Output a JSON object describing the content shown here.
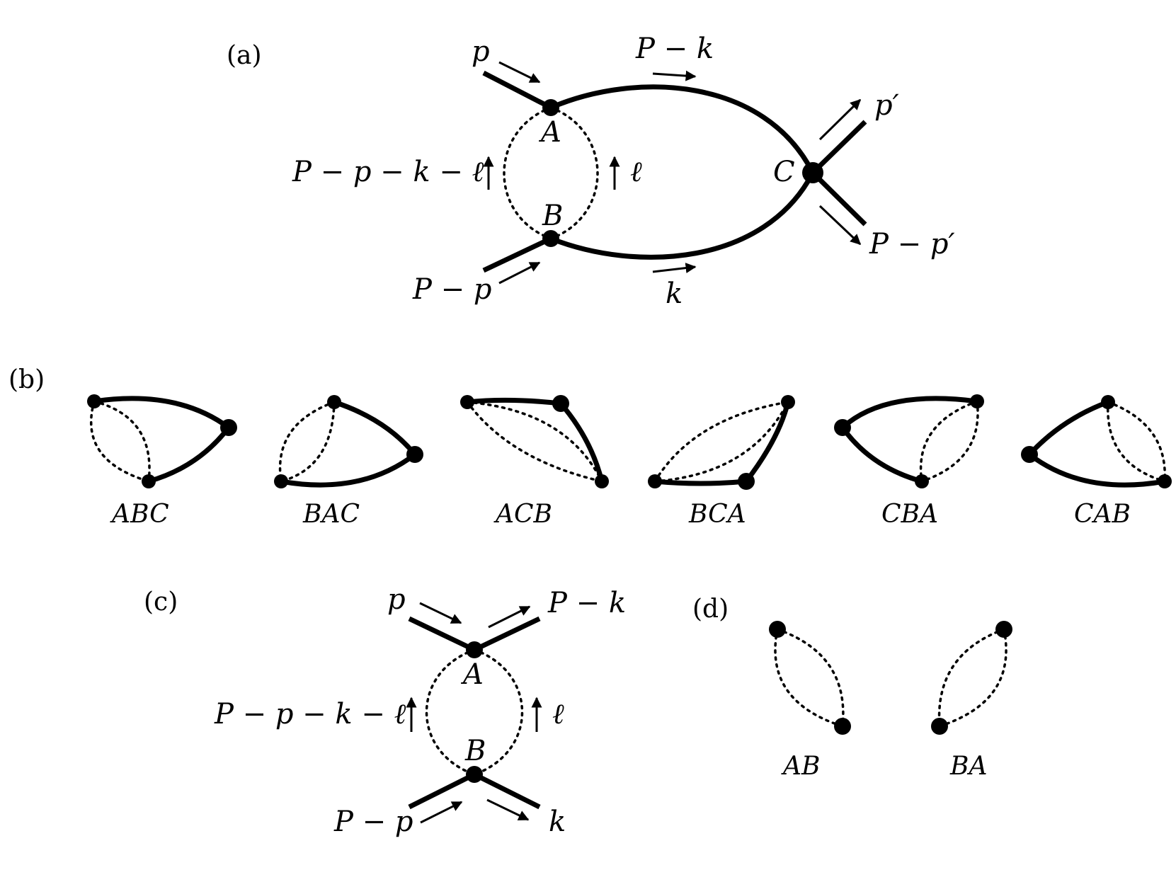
{
  "panels": {
    "a": {
      "tag": "(a)",
      "p_in": "p",
      "p_top": "P − k",
      "p_out": "p′",
      "loop_left": "P − p − k − ℓ",
      "loop_right": "ℓ",
      "p_bottom_in": "P − p",
      "p_bottom": "k",
      "p_out2": "P − p′",
      "vertex_a": "A",
      "vertex_b": "B",
      "vertex_c": "C"
    },
    "b": {
      "tag": "(b)",
      "orderings": [
        "ABC",
        "BAC",
        "ACB",
        "BCA",
        "CBA",
        "CAB"
      ]
    },
    "c": {
      "tag": "(c)",
      "p_in": "p",
      "p_out": "P − k",
      "loop_left": "P − p − k − ℓ",
      "loop_right": "ℓ",
      "p_bottom_in": "P − p",
      "p_bottom_out": "k",
      "vertex_a": "A",
      "vertex_b": "B"
    },
    "d": {
      "tag": "(d)",
      "orderings": [
        "AB",
        "BA"
      ]
    }
  }
}
